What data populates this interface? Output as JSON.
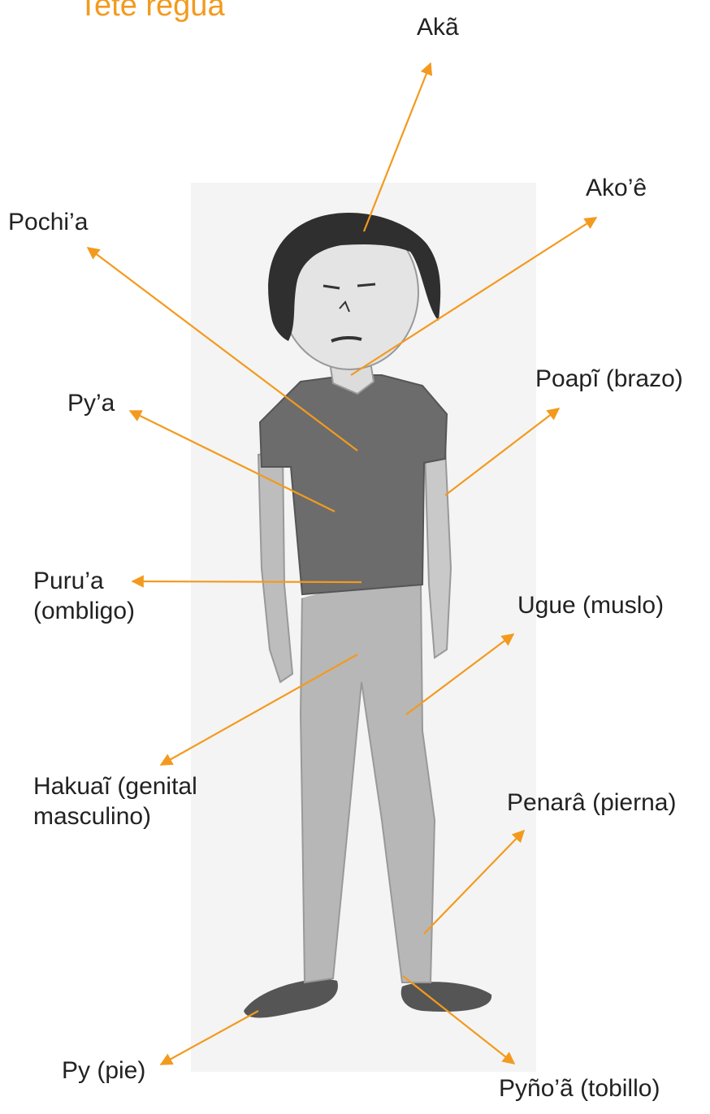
{
  "title": "Tete regua",
  "colors": {
    "accent": "#f39a1e",
    "text": "#222222",
    "paper": "#f4f4f4"
  },
  "labels": {
    "aka": "Akã",
    "akoe": "Ako’ê",
    "pochia": "Pochi’a",
    "poapi": "Poapĩ (brazo)",
    "pya": "Py’a",
    "purua_line1": "Puru’a",
    "purua_line2": "(ombligo)",
    "ugue": "Ugue (muslo)",
    "hakuai_line1": "Hakuaĩ (genital",
    "hakuai_line2": "masculino)",
    "penara": "Penarâ (pierna)",
    "py": "Py (pie)",
    "pynoa": "Pyño’ã  (tobillo)"
  }
}
